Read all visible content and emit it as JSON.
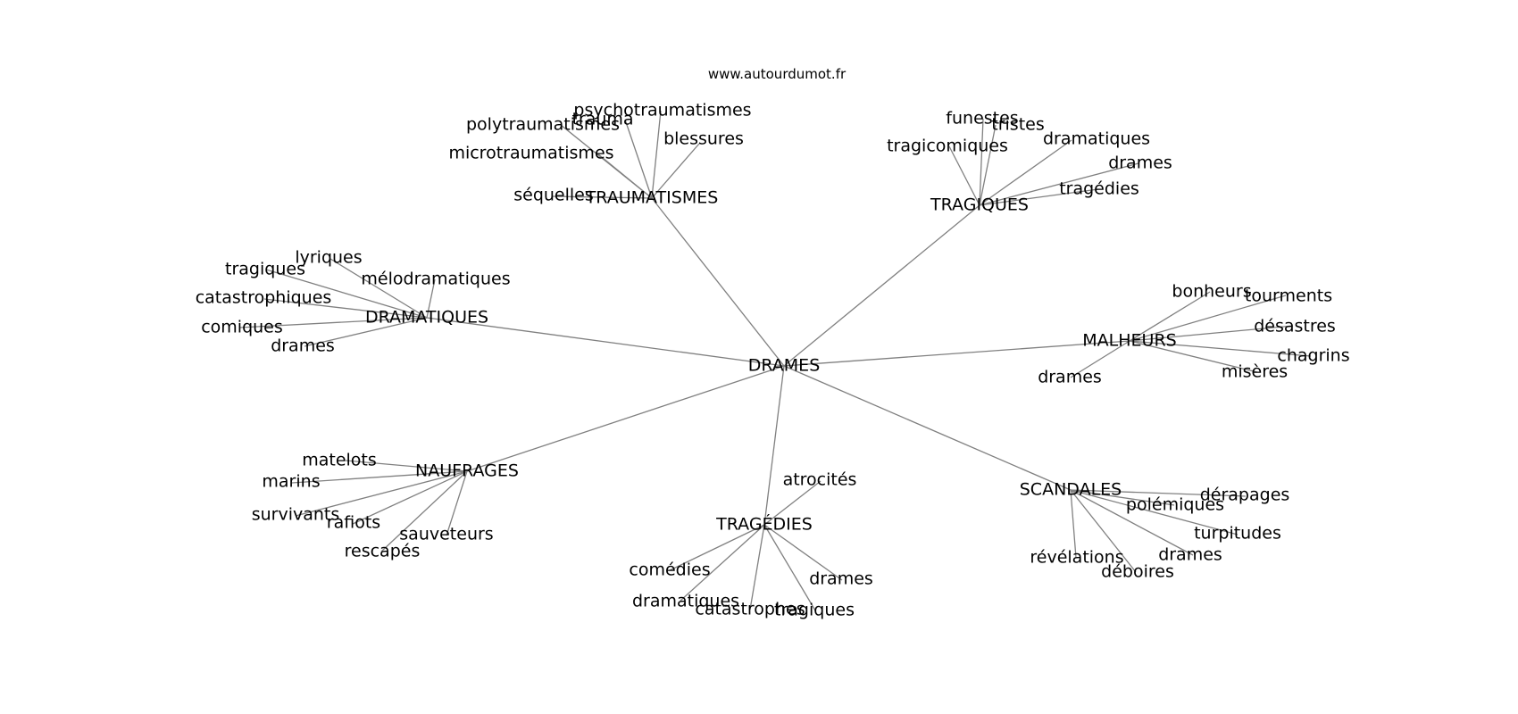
{
  "watermark": "www.autourdumot.fr",
  "graph": {
    "root": "DRAMES",
    "hubs": [
      {
        "key": "traumatismes",
        "label": "TRAUMATISMES",
        "leaves": [
          "psychotraumatismes",
          "trauma",
          "polytraumatismes",
          "blessures",
          "microtraumatismes",
          "séquelles"
        ]
      },
      {
        "key": "tragiques",
        "label": "TRAGIQUES",
        "leaves": [
          "funestes",
          "tristes",
          "dramatiques",
          "tragicomiques",
          "drames",
          "tragédies"
        ]
      },
      {
        "key": "dramatiques",
        "label": "DRAMATIQUES",
        "leaves": [
          "lyriques",
          "tragiques",
          "mélodramatiques",
          "catastrophiques",
          "comiques",
          "drames"
        ]
      },
      {
        "key": "malheurs",
        "label": "MALHEURS",
        "leaves": [
          "bonheurs",
          "tourments",
          "désastres",
          "chagrins",
          "misères",
          "drames"
        ]
      },
      {
        "key": "naufrages",
        "label": "NAUFRAGES",
        "leaves": [
          "matelots",
          "marins",
          "survivants",
          "rafiots",
          "sauveteurs",
          "rescapés"
        ]
      },
      {
        "key": "tragedies",
        "label": "TRAGÉDIES",
        "leaves": [
          "atrocités",
          "comédies",
          "drames",
          "dramatiques",
          "catastrophes",
          "tragiques"
        ]
      },
      {
        "key": "scandales",
        "label": "SCANDALES",
        "leaves": [
          "dérapages",
          "polémiques",
          "turpitudes",
          "révélations",
          "drames",
          "déboires"
        ]
      }
    ]
  }
}
